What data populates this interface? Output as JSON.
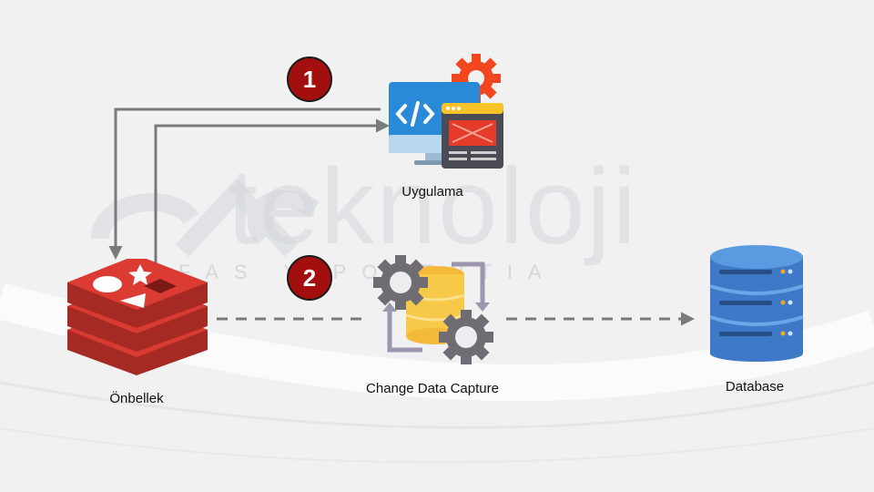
{
  "nodes": {
    "cache": {
      "label": "Önbellek"
    },
    "app": {
      "label": "Uygulama"
    },
    "cdc": {
      "label": "Change Data Capture"
    },
    "database": {
      "label": "Database"
    }
  },
  "steps": [
    {
      "number": "1"
    },
    {
      "number": "2"
    }
  ],
  "watermark": {
    "brand": "teknoloji",
    "tagline": "FAS   Y   POTENTIA"
  },
  "colors": {
    "badge": "#a30f0f",
    "arrow": "#7a7a7a",
    "cache": "#d93a32",
    "database": "#3d79c6",
    "app_screen": "#2a8ad8",
    "gear": "#6f6d73",
    "cdc_db": "#f7c948",
    "app_gear": "#f2461e"
  },
  "icons": {
    "cache": "redis-stack-icon",
    "app": "code-window-icon",
    "cdc": "sync-gears-icon",
    "database": "database-cylinder-icon"
  }
}
